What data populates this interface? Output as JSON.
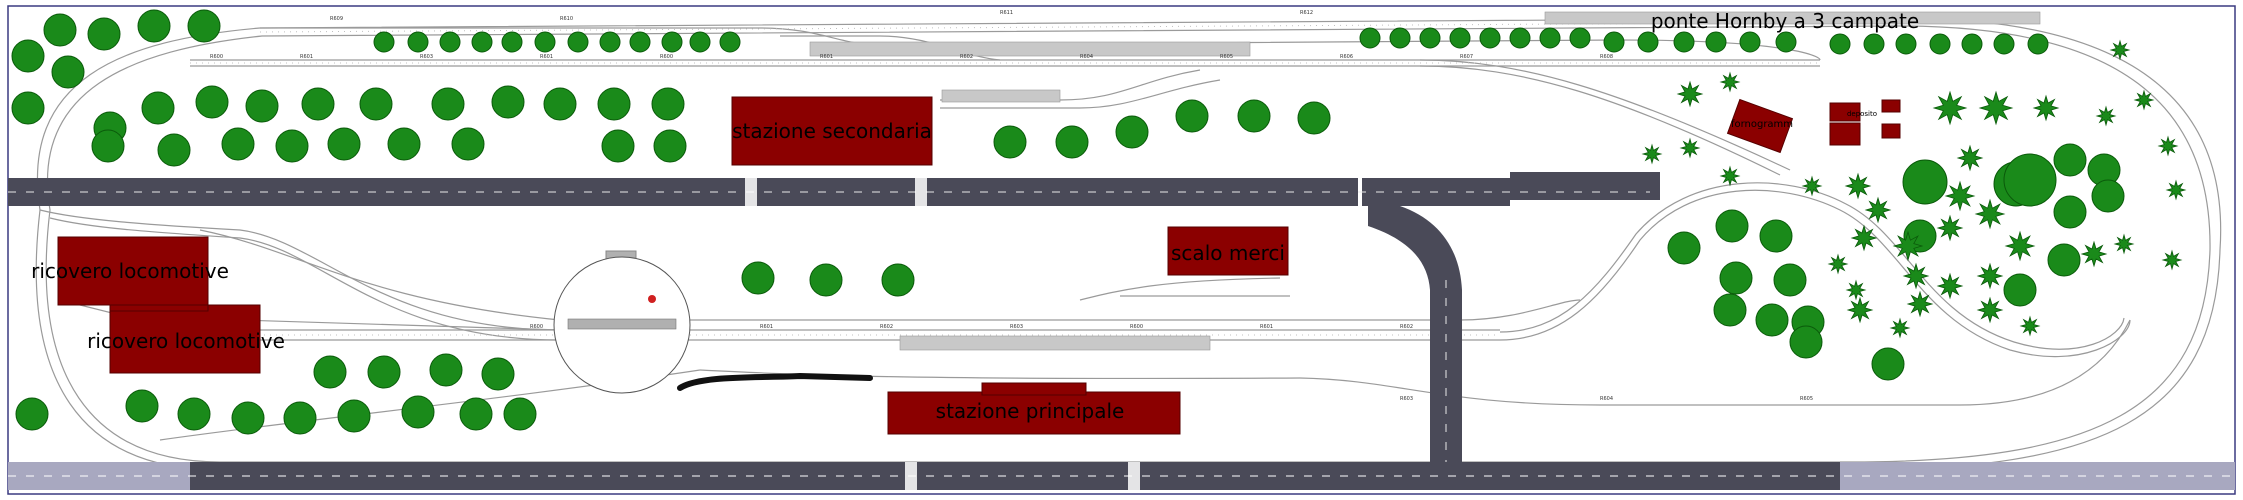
{
  "title": "ponte Hornby a 3 campate",
  "buildings": {
    "stazione_secondaria": "stazione secondaria",
    "stazione_principale": "stazione principale",
    "scalo_merci": "scalo merci",
    "ricovero_1": "ricovero locomotive",
    "ricovero_2": "ricovero locomotive",
    "small_1": "fornogramm",
    "small_2": "deposito"
  },
  "colors": {
    "building": "#8b0000",
    "tree": "#1a8a1a",
    "road": "#4a4a58",
    "track": "#9a9a9a",
    "platform": "#c8c8c8"
  },
  "track_codes": [
    "R600",
    "R601",
    "R602",
    "R603",
    "R604",
    "R605",
    "R606",
    "R607",
    "R608",
    "R609"
  ],
  "track_labels_top": [
    "R600",
    "R601",
    "R603",
    "R601",
    "R600",
    "R601",
    "R602",
    "R604",
    "R605",
    "R606",
    "R607",
    "R608",
    "R609",
    "R610",
    "R611",
    "R612"
  ],
  "track_labels_mid": [
    "R600",
    "R601",
    "R602",
    "R603",
    "R600",
    "R601",
    "R602",
    "R603",
    "R604",
    "R605"
  ]
}
